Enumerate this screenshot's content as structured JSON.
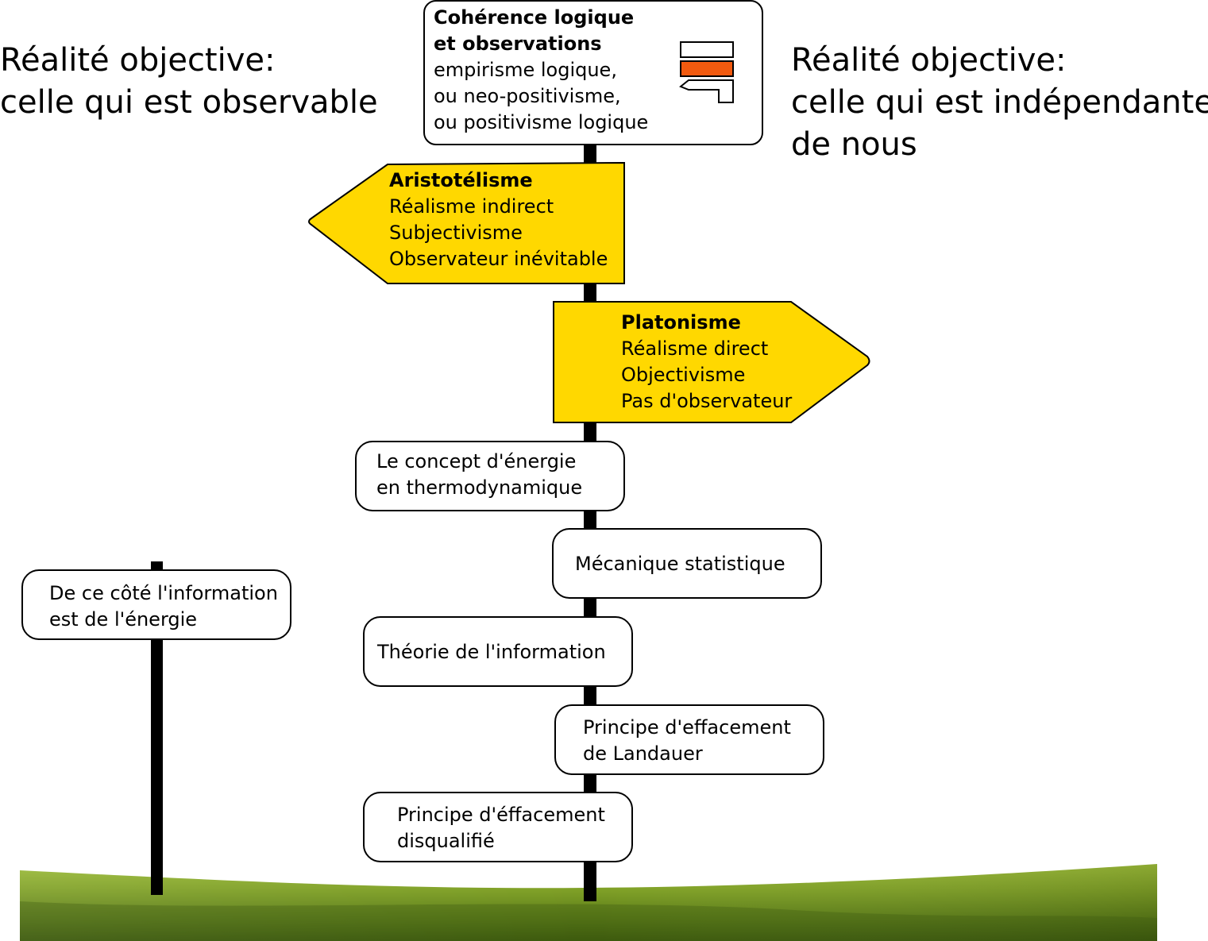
{
  "heading_left": {
    "line1": "Réalité objective:",
    "line2": "celle qui est observable"
  },
  "heading_right": {
    "line1": "Réalité objective:",
    "line2": "celle qui est indépendante",
    "line3": "de nous"
  },
  "top_box": {
    "bold_line1": "Cohérence logique",
    "bold_line2": "et observations",
    "line3": "empirisme logique,",
    "line4": "ou neo-positivisme,",
    "line5": "ou positivisme logique"
  },
  "sign_left": {
    "title": "Aristotélisme",
    "line1": "Réalisme indirect",
    "line2": "Subjectivisme",
    "line3": "Observateur inévitable"
  },
  "sign_right": {
    "title": "Platonisme",
    "line1": "Réalisme direct",
    "line2": "Objectivisme",
    "line3": "Pas d'observateur"
  },
  "boxes": {
    "energy": {
      "line1": "Le concept d'énergie",
      "line2": "en thermodynamique"
    },
    "meca": {
      "line1": "Mécanique statistique"
    },
    "side": {
      "line1": "De ce côté l'information",
      "line2": "est de l'énergie"
    },
    "info_theory": {
      "line1": "Théorie de l'information"
    },
    "landauer": {
      "line1": "Principe d'effacement",
      "line2": "de Landauer"
    },
    "disqualified": {
      "line1": "Principe d'éffacement",
      "line2": "disqualifié"
    }
  },
  "colors": {
    "sign_yellow": "#ffd800",
    "icon_orange": "#f25a0f",
    "grass_light": "#8fb02e",
    "grass_dark": "#3e5a0e"
  }
}
